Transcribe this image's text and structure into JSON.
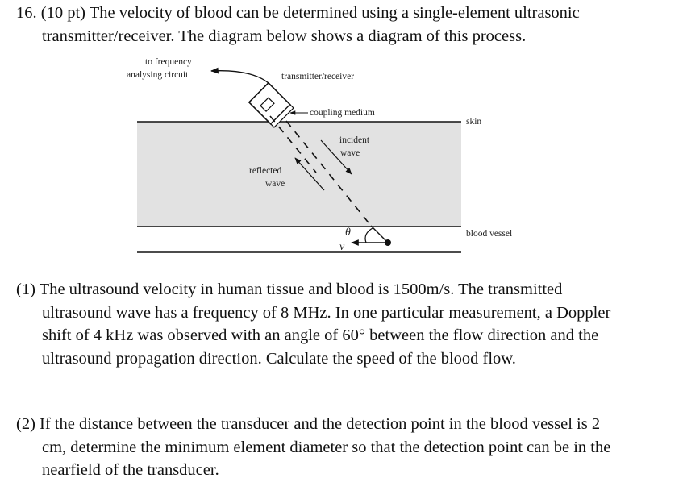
{
  "question": {
    "number": "16.",
    "points": "(10 pt)",
    "intro_line1": "The velocity of blood can be determined using a single-element ultrasonic",
    "intro_line2": "transmitter/receiver. The diagram below shows a diagram of this process."
  },
  "diagram": {
    "labels": {
      "to_frequency": "to frequency",
      "analysing_circuit": "analysing circuit",
      "transmitter_receiver": "transmitter/receiver",
      "coupling_medium": "coupling medium",
      "skin": "skin",
      "incident": "incident",
      "wave_incident": "wave",
      "reflected": "reflected",
      "wave_reflected": "wave",
      "theta": "θ",
      "v": "v",
      "blood_vessel": "blood vessel"
    }
  },
  "part1": {
    "number": "(1)",
    "line1": "The ultrasound velocity in human tissue and blood is 1500m/s. The transmitted",
    "line2": "ultrasound wave has a frequency of 8 MHz. In one particular measurement, a Doppler",
    "line3": "shift of 4 kHz was observed with an angle of 60° between the flow direction and the",
    "line4": "ultrasound propagation direction. Calculate the speed of the blood flow."
  },
  "part2": {
    "number": "(2)",
    "line1": "If the distance between the transducer and the detection point in the blood vessel is 2",
    "line2": "cm, determine the minimum element diameter so that the detection point can be in the",
    "line3": "nearfield of the transducer."
  }
}
